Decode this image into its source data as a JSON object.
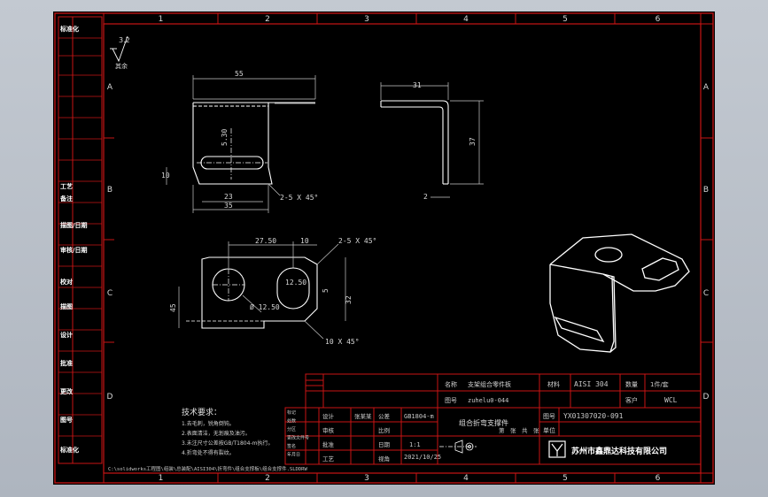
{
  "colors": {
    "border": "#c81414",
    "line": "#ffffff",
    "dim": "#c8c8c8",
    "grid_text": "#d8d8d8",
    "background": "#000000",
    "table_text": "#d0d0d0"
  },
  "grid": {
    "columns": [
      "1",
      "2",
      "3",
      "4",
      "5",
      "6"
    ],
    "rows": [
      "A",
      "B",
      "C",
      "D"
    ]
  },
  "left_strip": [
    "标准化",
    "工艺",
    "备注",
    "描图/日期",
    "审核/日期",
    "校对",
    "描图",
    "设计",
    "批准",
    "更改",
    "图号",
    "标准化"
  ],
  "roughness": {
    "value": "3.2",
    "note": "其余"
  },
  "front_view": {
    "width": "55",
    "slot_len": "23",
    "base": "35",
    "slot_h": "10",
    "height": "5.30",
    "chamfer": "2-5 X 45°"
  },
  "side_view": {
    "top": "31",
    "height": "37",
    "thickness": "2"
  },
  "top_view": {
    "dist1": "27.50",
    "dist2": "10",
    "chamfer": "2-5 X 45°",
    "slot_r": "12.50",
    "slot_w": "5",
    "height": "32",
    "hole": "Ø 12.50",
    "width": "45",
    "chamfer2": "10 X 45°"
  },
  "tech_req": {
    "title": "技术要求：",
    "lines": [
      "1.去毛刺，锐角倒钝。",
      "2.表面清洁，无划痕及油污。",
      "3.未注尺寸公差按GB/T1804-m执行。",
      "4.折弯处不得有裂纹。"
    ]
  },
  "footer_path": "C:\\solidworks工程图\\组装\\总装配\\AISI304\\折弯件\\组合支撑板\\组合支撑件.SLDDRW",
  "title_block": {
    "product_label": "名称",
    "product_name": "支架组合零件板",
    "material_label": "材料",
    "material": "AISI 304",
    "qty_label": "数量",
    "qty": "1件/套",
    "drawing_label": "图号",
    "drawing_no": "zuhelu0-044",
    "client_label": "客户",
    "client": "WCL",
    "part_name": "组合折弯支撑件",
    "doc_label": "图号",
    "doc_no": "YX01307020-091",
    "tol_label": "公差",
    "tolerance": "GB1804-m",
    "scale_label": "比例",
    "scale": "1:1",
    "date": "2021/10/25",
    "company_label": "单位",
    "company": "苏州市鑫鼎达科技有限公司",
    "rows": [
      {
        "a": "设计",
        "b": "张某某",
        "c": "公差",
        "d": "GB1804-m"
      },
      {
        "a": "审核",
        "b": "",
        "c": "比例",
        "d": "1:1"
      },
      {
        "a": "批准",
        "b": "",
        "c": "日期",
        "d": "2021/10/25"
      },
      {
        "a": "工艺",
        "b": "",
        "c": "视角",
        "d": ""
      }
    ],
    "rev_header": [
      "标记",
      "处数",
      "分区",
      "更改文件号",
      "签名",
      "年月日"
    ],
    "sheet_marks": [
      "第",
      "张",
      "共",
      "张"
    ]
  }
}
